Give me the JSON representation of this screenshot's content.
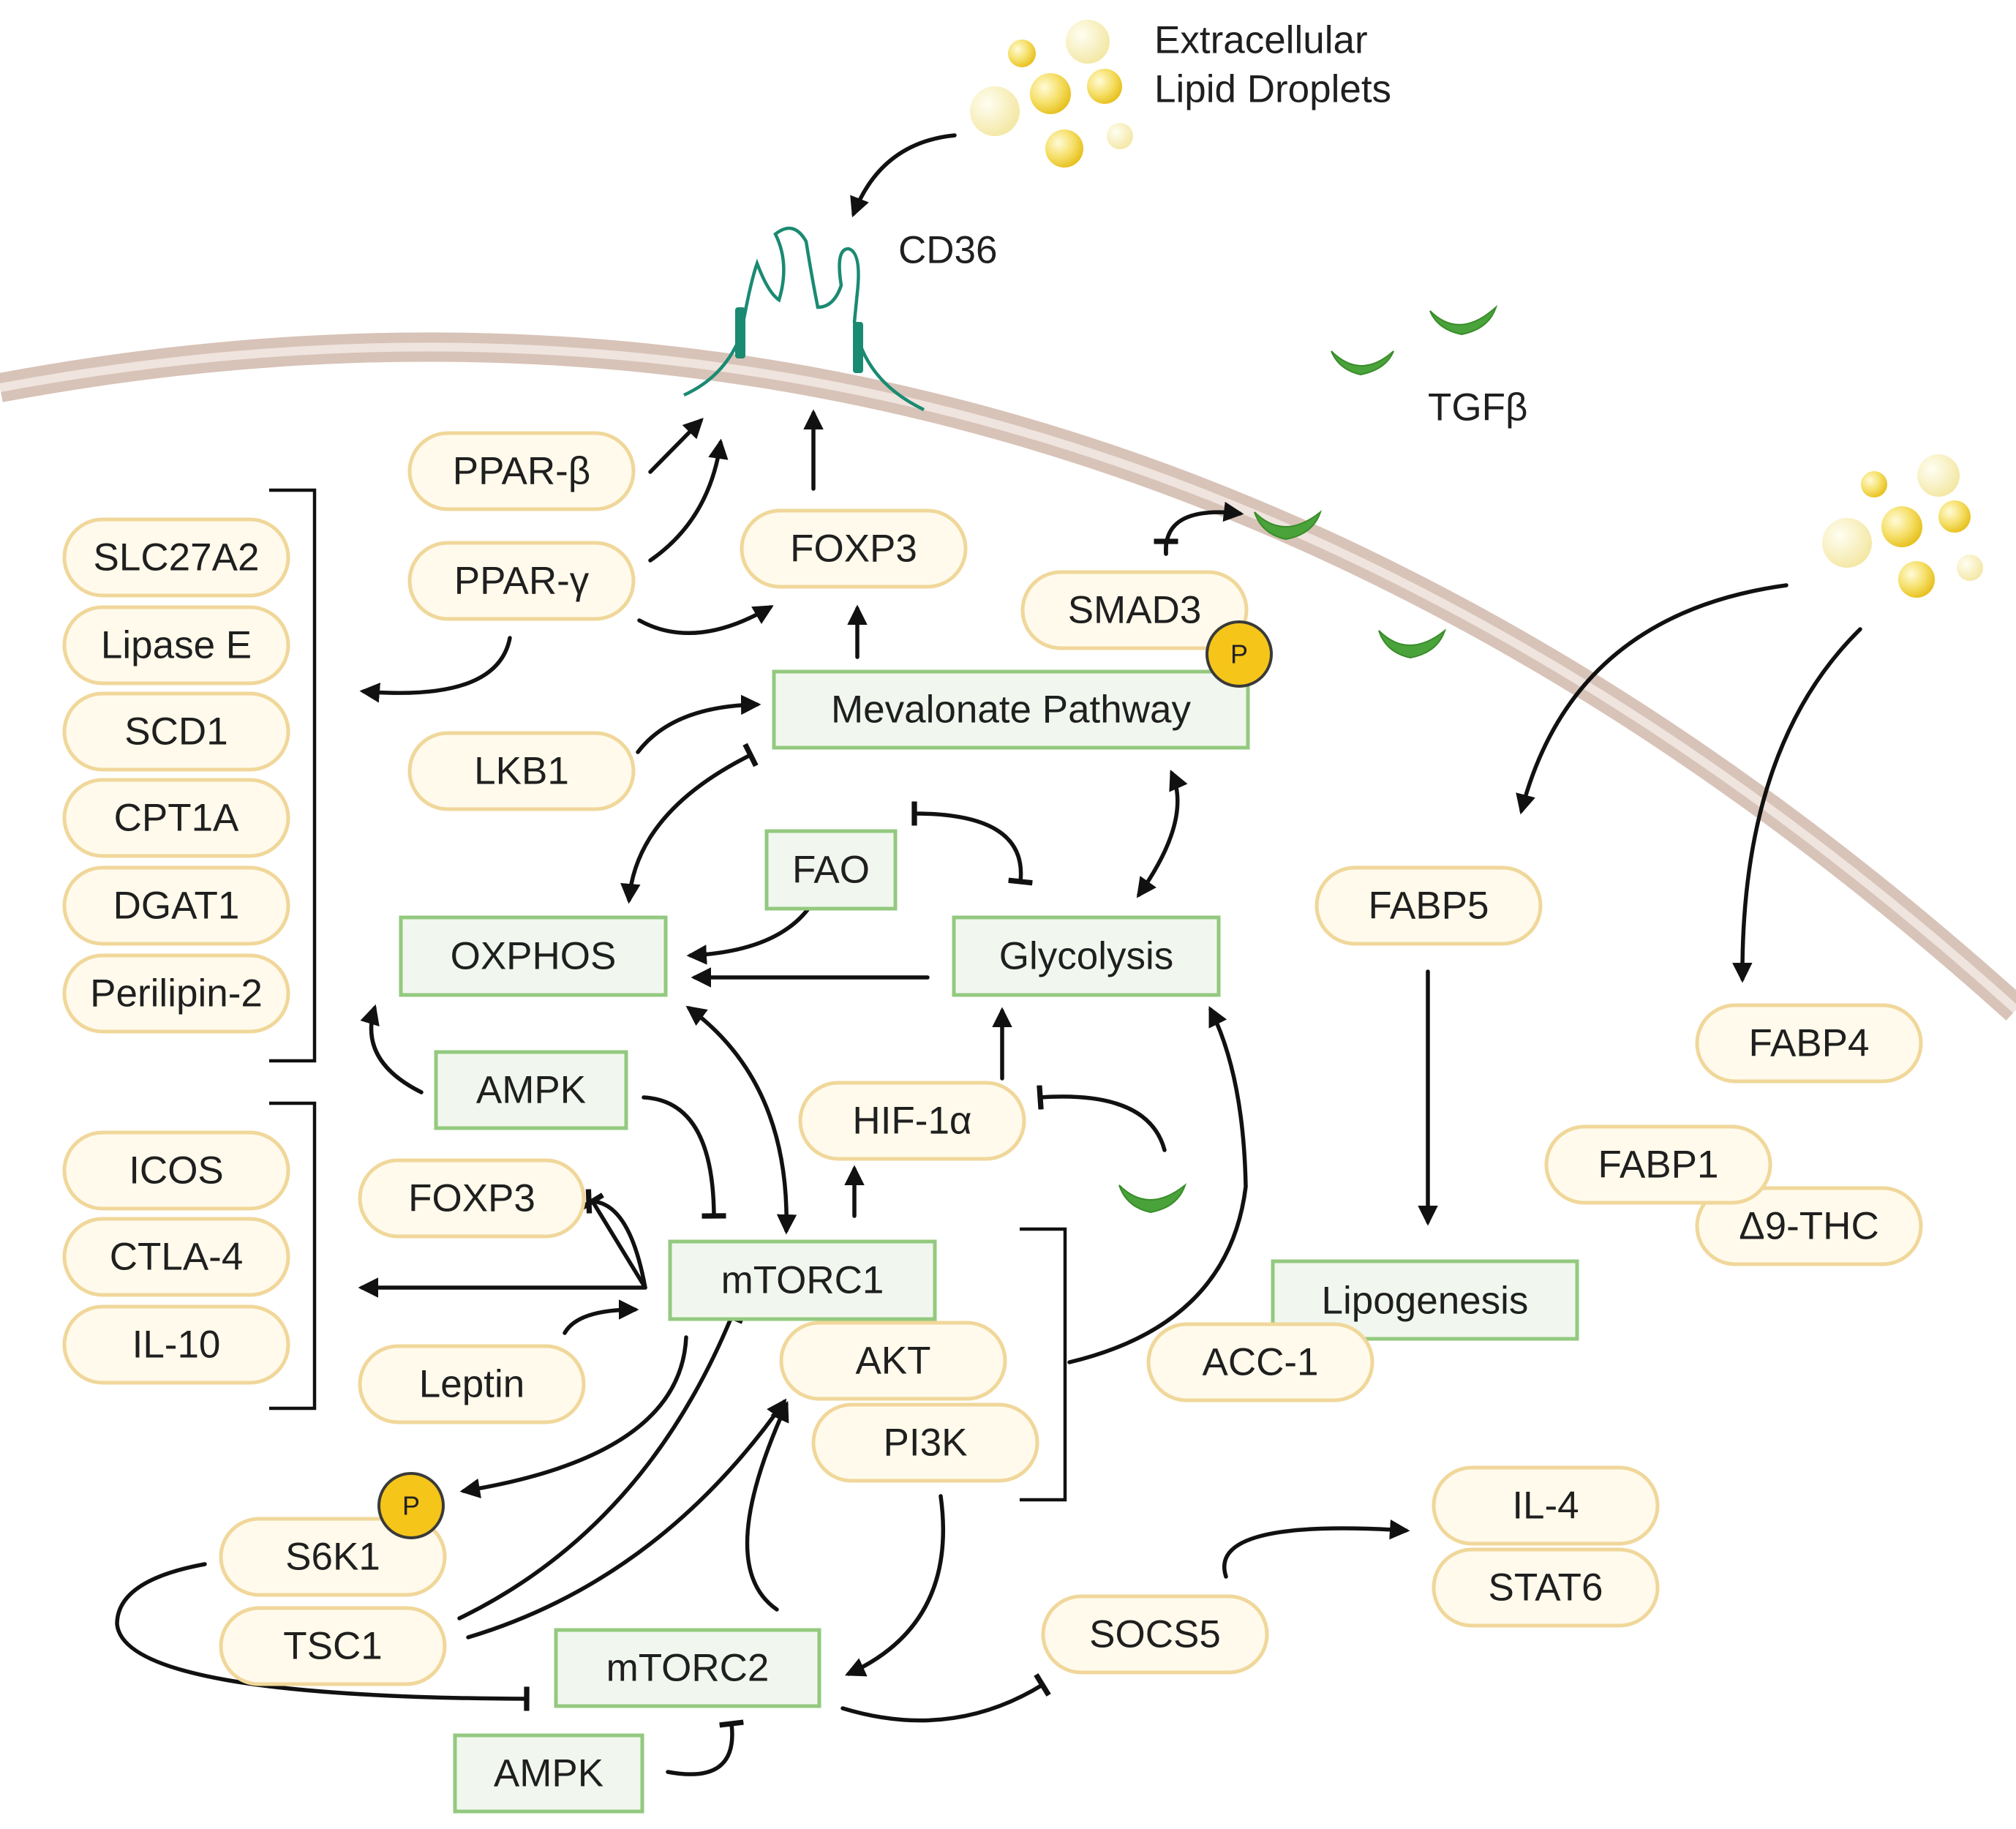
{
  "labels": {
    "extracellular_line1": "Extracellular",
    "extracellular_line2": "Lipid Droplets",
    "cd36": "CD36",
    "tgfb": "TGFβ",
    "phospho": "P"
  },
  "pills": {
    "ppar_b": "PPAR-β",
    "ppar_g": "PPAR-γ",
    "foxp3_top": "FOXP3",
    "smad3": "SMAD3",
    "lkb1": "LKB1",
    "slc27a2": "SLC27A2",
    "lipase_e": "Lipase E",
    "scd1": "SCD1",
    "cpt1a": "CPT1A",
    "dgat1": "DGAT1",
    "perilipin2": "Perilipin-2",
    "icos": "ICOS",
    "ctla4": "CTLA-4",
    "il10": "IL-10",
    "hif1a": "HIF-1α",
    "foxp3_mid": "FOXP3",
    "leptin": "Leptin",
    "akt": "AKT",
    "pi3k": "PI3K",
    "s6k1": "S6K1",
    "tsc1": "TSC1",
    "socs5": "SOCS5",
    "il4": "IL-4",
    "stat6": "STAT6",
    "fabp5": "FABP5",
    "fabp4": "FABP4",
    "fabp1": "FABP1",
    "thc": "Δ9-THC",
    "acc1": "ACC-1"
  },
  "boxes": {
    "mevalonate": "Mevalonate Pathway",
    "fao": "FAO",
    "oxphos": "OXPHOS",
    "glycolysis": "Glycolysis",
    "ampk_mid": "AMPK",
    "mtorc1": "mTORC1",
    "mtorc2": "mTORC2",
    "ampk_bottom": "AMPK",
    "lipogenesis": "Lipogenesis"
  },
  "colors": {
    "pill_fill": "#fffaeb",
    "pill_stroke": "#f0d79a",
    "box_fill": "#f1f7ee",
    "box_stroke": "#93c97f",
    "membrane": "#dcc8bf",
    "tgfb_green": "#4aa33a",
    "cd36_teal": "#1b8a72",
    "droplet_yellow": "#f3d23c",
    "phospho_yellow": "#f5c519"
  }
}
